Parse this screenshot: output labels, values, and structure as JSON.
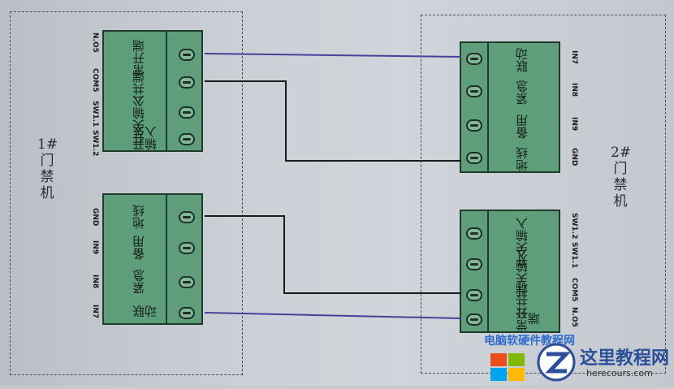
{
  "device_left": {
    "label": [
      "1#",
      "门",
      "禁",
      "机"
    ],
    "top_block": {
      "ports": [
        "N.O5",
        "COM5",
        "SW1.1",
        "SW1.2"
      ],
      "cells": [
        "常开端",
        "公共端",
        "开关输入",
        "开关输入"
      ]
    },
    "bottom_block": {
      "ports": [
        "GND",
        "IN9",
        "IN8",
        "IN7"
      ],
      "cells": [
        "地线",
        "备用",
        "紧急",
        "联动"
      ]
    }
  },
  "device_right": {
    "label": [
      "2#",
      "门",
      "禁",
      "机"
    ],
    "top_block": {
      "ports": [
        "IN7",
        "IN8",
        "IN9",
        "GND"
      ],
      "cells": [
        "联动",
        "紧急",
        "备用",
        "地线"
      ]
    },
    "bottom_block": {
      "ports": [
        "SW1.2",
        "SW1.1",
        "COM5",
        "N.O5"
      ],
      "cells": [
        "开关输入",
        "开关输入",
        "公共端",
        "常开端"
      ]
    }
  },
  "colors": {
    "wire_blue": "#4b3f9a",
    "wire_black": "#1c1c1c",
    "block_green": "#5f9e7b"
  },
  "watermark": {
    "top_text": "电脑软硬件教程网",
    "main": "这里教程网",
    "url": "herecours.com"
  }
}
